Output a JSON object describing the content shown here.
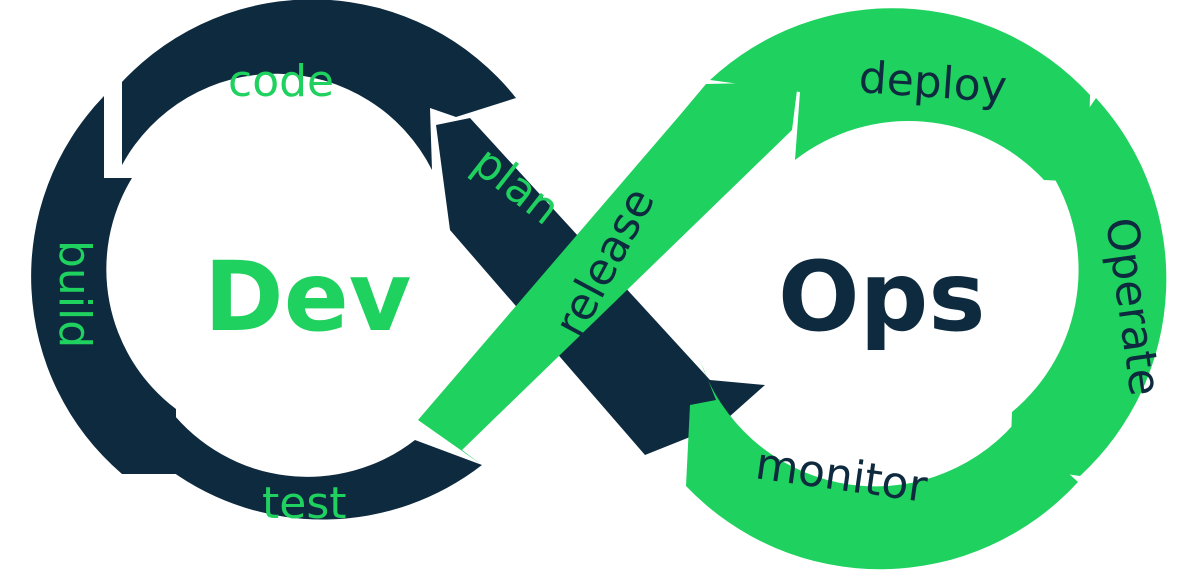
{
  "colors": {
    "dark": "#0e2a3f",
    "green": "#1fd15e",
    "background": "#ffffff"
  },
  "center": {
    "dev": "Dev",
    "ops": "Ops"
  },
  "dev_loop": {
    "code": "code",
    "plan": "plan",
    "build": "build",
    "test": "test"
  },
  "ops_loop": {
    "release": "release",
    "deploy": "deploy",
    "operate": "Operate",
    "monitor": "monitor"
  }
}
